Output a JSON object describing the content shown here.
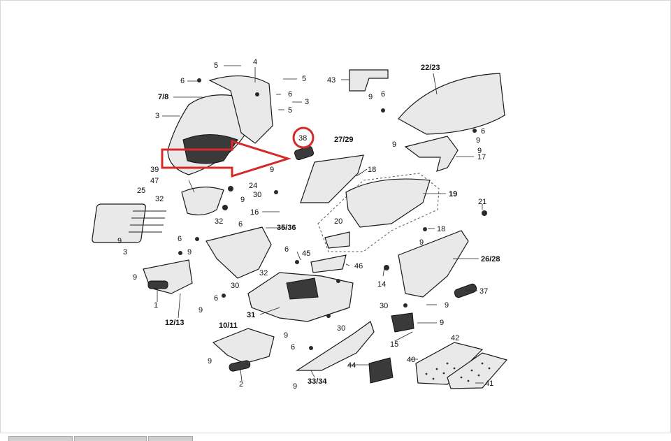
{
  "callouts": {
    "c4": "4",
    "c5a": "5",
    "c5b": "5",
    "c5c": "5",
    "c6a": "6",
    "c6b": "6",
    "c78": "7/8",
    "c3a": "3",
    "c3b": "3",
    "c38": "38",
    "c9a": "9",
    "c39": "39",
    "c47": "47",
    "c24": "24",
    "c25": "25",
    "c32a": "32",
    "c32b": "32",
    "c30a": "30",
    "c9b": "9",
    "c16": "16",
    "c6c": "6",
    "c3536": "35/36",
    "c6d": "6",
    "c9c": "9",
    "c3c": "3",
    "c9d": "9",
    "c9e": "9",
    "c1": "1",
    "c1213": "12/13",
    "c9f": "9",
    "c43": "43",
    "c9g": "9",
    "c6e": "6",
    "c2223": "22/23",
    "c6f": "6",
    "c9h": "9",
    "c9i": "9",
    "c17": "17",
    "c2729": "27/29",
    "c18a": "18",
    "c19": "19",
    "c20": "20",
    "c18b": "18",
    "c21": "21",
    "c9j": "9",
    "c2628": "26/28",
    "c45": "45",
    "c6g": "6",
    "c46": "46",
    "c14": "14",
    "c37": "37",
    "c32c": "32",
    "c30b": "30",
    "c9k": "9",
    "c6h": "6",
    "c31": "31",
    "c30c": "30",
    "c30d": "30",
    "c9l": "9",
    "c15": "15",
    "c1011": "10/11",
    "c9m": "9",
    "c6i": "6",
    "c9n": "9",
    "c2": "2",
    "c9o": "9",
    "c3334": "33/34",
    "c44": "44",
    "c42": "42",
    "c40": "40",
    "c41": "41"
  },
  "highlight_color": "#d42a2a"
}
